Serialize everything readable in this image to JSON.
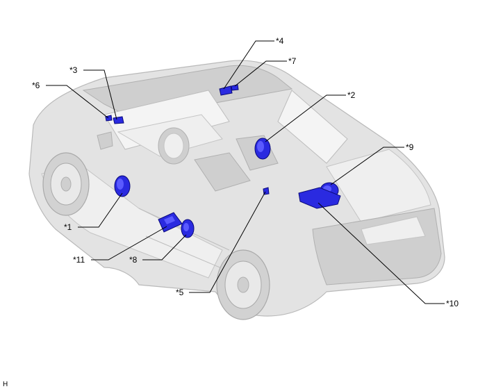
{
  "diagram": {
    "corner_mark": "H",
    "callouts": [
      {
        "id": "c1",
        "text": "*1"
      },
      {
        "id": "c2",
        "text": "*2"
      },
      {
        "id": "c3",
        "text": "*3"
      },
      {
        "id": "c4",
        "text": "*4"
      },
      {
        "id": "c5",
        "text": "*5"
      },
      {
        "id": "c6",
        "text": "*6"
      },
      {
        "id": "c7",
        "text": "*7"
      },
      {
        "id": "c8",
        "text": "*8"
      },
      {
        "id": "c9",
        "text": "*9"
      },
      {
        "id": "c10",
        "text": "*10"
      },
      {
        "id": "c11",
        "text": "*11"
      }
    ],
    "colors": {
      "part_highlight": "#2a2ae0",
      "vehicle_body": "#e3e3e3",
      "leader_line": "#000000"
    }
  }
}
